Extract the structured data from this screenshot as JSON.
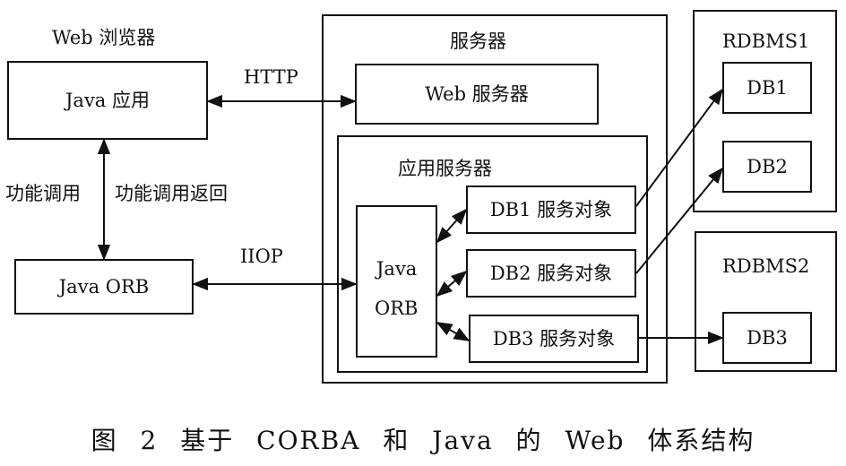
{
  "browser": {
    "title": "Web 浏览器",
    "app_label": "Java 应用",
    "orb_label": "Java ORB"
  },
  "links": {
    "http": "HTTP",
    "iiop": "IIOP",
    "call": "功能调用",
    "call_return": "功能调用返回"
  },
  "server": {
    "title": "服务器",
    "web_server": "Web 服务器",
    "app_server": {
      "title": "应用服务器",
      "orb_line1": "Java",
      "orb_line2": "ORB",
      "objects": [
        "DB1 服务对象",
        "DB2 服务对象",
        "DB3 服务对象"
      ]
    }
  },
  "rdbms1": {
    "title": "RDBMS1",
    "dbs": [
      "DB1",
      "DB2"
    ]
  },
  "rdbms2": {
    "title": "RDBMS2",
    "dbs": [
      "DB3"
    ]
  },
  "caption": "图 2  基于 CORBA 和 Java 的 Web 体系结构"
}
